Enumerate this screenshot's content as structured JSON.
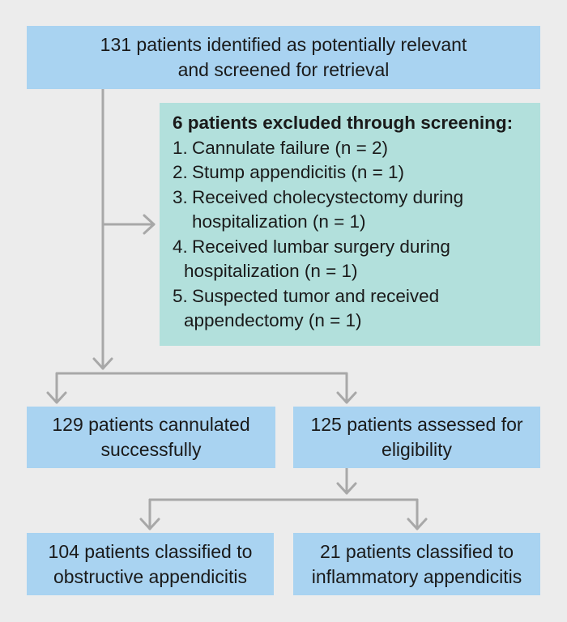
{
  "top": {
    "line1": "131 patients identified as potentially relevant",
    "line2": "and screened for retrieval"
  },
  "exclusion": {
    "title": "6 patients excluded through screening:",
    "items": [
      {
        "num": "1.",
        "line1": "Cannulate failure (n = 2)"
      },
      {
        "num": "2.",
        "line1": "Stump appendicitis (n = 1)"
      },
      {
        "num": "3.",
        "line1": "Received cholecystectomy during",
        "line2": "hospitalization (n = 1)"
      },
      {
        "num": "4.",
        "line1": "Received lumbar surgery during",
        "line2": "hospitalization (n = 1)"
      },
      {
        "num": "5.",
        "line1": "Suspected tumor and received",
        "line2": "appendectomy (n = 1)"
      }
    ]
  },
  "mid_left": {
    "line1": "129 patients cannulated",
    "line2": "successfully"
  },
  "mid_right": {
    "line1": "125 patients assessed for",
    "line2": "eligibility"
  },
  "bot_left": {
    "line1": "104 patients classified to",
    "line2": "obstructive appendicitis"
  },
  "bot_right": {
    "line1": "21 patients classified to",
    "line2": "inflammatory appendicitis"
  },
  "colors": {
    "box_blue": "#a9d3f1",
    "box_teal": "#b2e0dc",
    "arrow": "#a8a8a8",
    "background": "#ececec"
  }
}
